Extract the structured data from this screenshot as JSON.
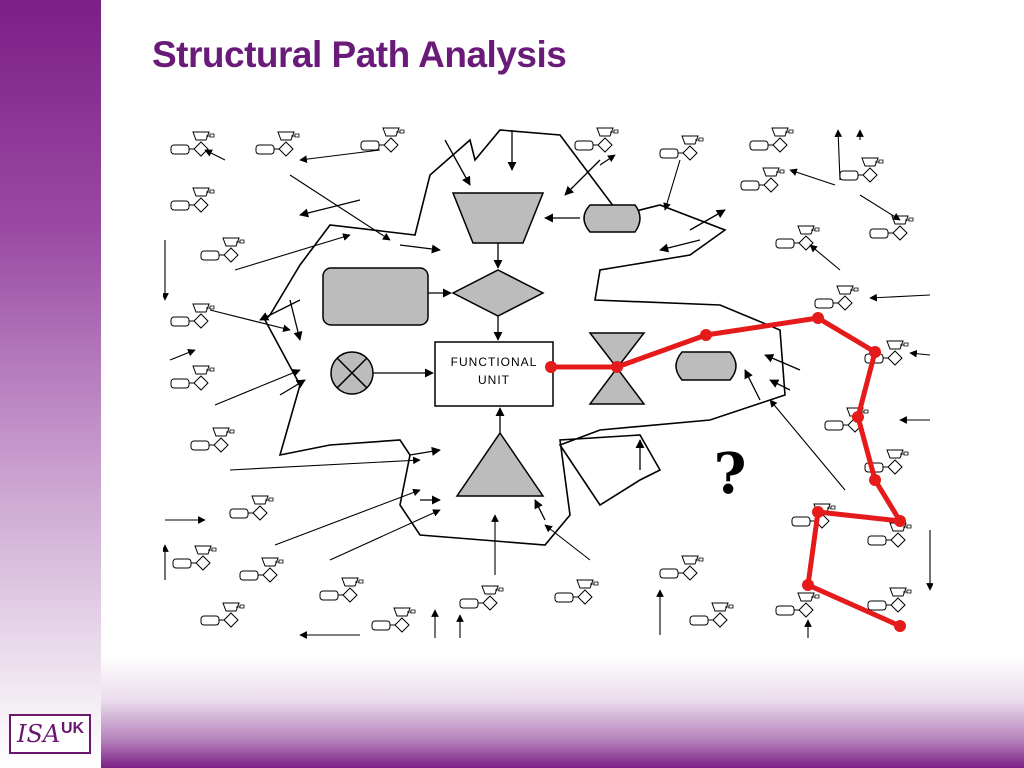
{
  "slide": {
    "title": "Structural Path Analysis"
  },
  "diagram": {
    "functional_unit_label_1": "FUNCTIONAL",
    "functional_unit_label_2": "UNIT",
    "question_mark": "?"
  },
  "logo": {
    "mark": "ISA",
    "text": "UK"
  },
  "colors": {
    "purple": "#6a1b7a",
    "path_red": "#e51b1b",
    "shape_gray": "#bcbcbc"
  }
}
